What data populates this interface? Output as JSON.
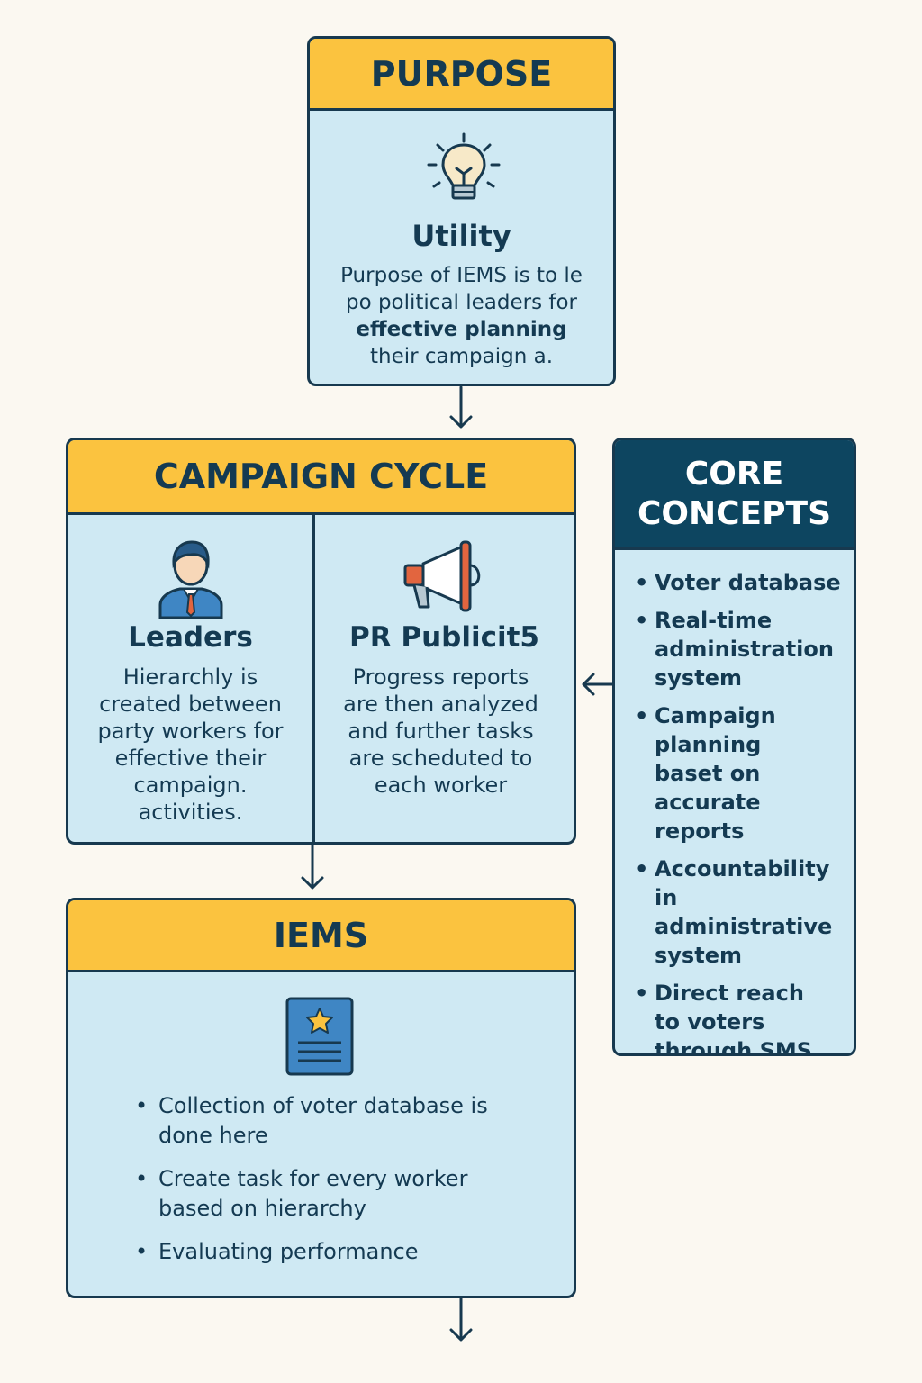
{
  "purpose": {
    "header": "PURPOSE",
    "icon": "lightbulb-icon",
    "title": "Utility",
    "lines": [
      "Purpose of IEMS is to le",
      "po political leaders for",
      "effective planning",
      "their campaign a."
    ]
  },
  "campaign_cycle": {
    "header": "CAMPAIGN CYCLE",
    "left": {
      "icon": "person-icon",
      "title": "Leaders",
      "text": "Hierarchly is created between party workers for effective their campaign. activities."
    },
    "right": {
      "icon": "megaphone-icon",
      "title": "PR Publicit5",
      "text": "Progress reports are then analyzed and further tasks are scheduted to each worker"
    }
  },
  "iems": {
    "header": "IEMS",
    "icon": "document-star-icon",
    "items": [
      "Collection of voter database is done here",
      "Create task for every worker based on hierarchy",
      "Evaluating performance"
    ]
  },
  "core_concepts": {
    "header_line1": "CORE",
    "header_line2": "CONCEPTS",
    "items": [
      "Voter database",
      "Real-time administration system",
      "Campaign planning baset on accurate reports",
      "Accountability in administrative system",
      "Direct reach to voters through SMS and social apps"
    ]
  },
  "colors": {
    "header_yellow": "#fbc33f",
    "panel_blue": "#cfe9f3",
    "dark_header": "#0d4560",
    "outline": "#17394f"
  }
}
